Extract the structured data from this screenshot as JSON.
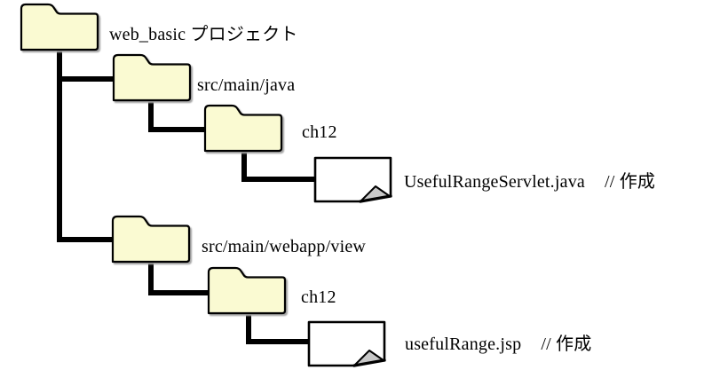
{
  "colors": {
    "folder_fill": "#FAFAD2",
    "file_fill": "#FFFFFF",
    "fold_fill": "#C8C8C8",
    "line": "#000000",
    "text": "#000000"
  },
  "tree": {
    "type": "folder",
    "label": "web_basic プロジェクト",
    "children": [
      {
        "type": "folder",
        "label": "src/main/java",
        "children": [
          {
            "type": "folder",
            "label": "ch12",
            "children": [
              {
                "type": "file",
                "label": "UsefulRangeServlet.java",
                "comment": "// 作成"
              }
            ]
          }
        ]
      },
      {
        "type": "folder",
        "label": "src/main/webapp/view",
        "children": [
          {
            "type": "folder",
            "label": "ch12",
            "children": [
              {
                "type": "file",
                "label": "usefulRange.jsp",
                "comment": "// 作成"
              }
            ]
          }
        ]
      }
    ]
  }
}
